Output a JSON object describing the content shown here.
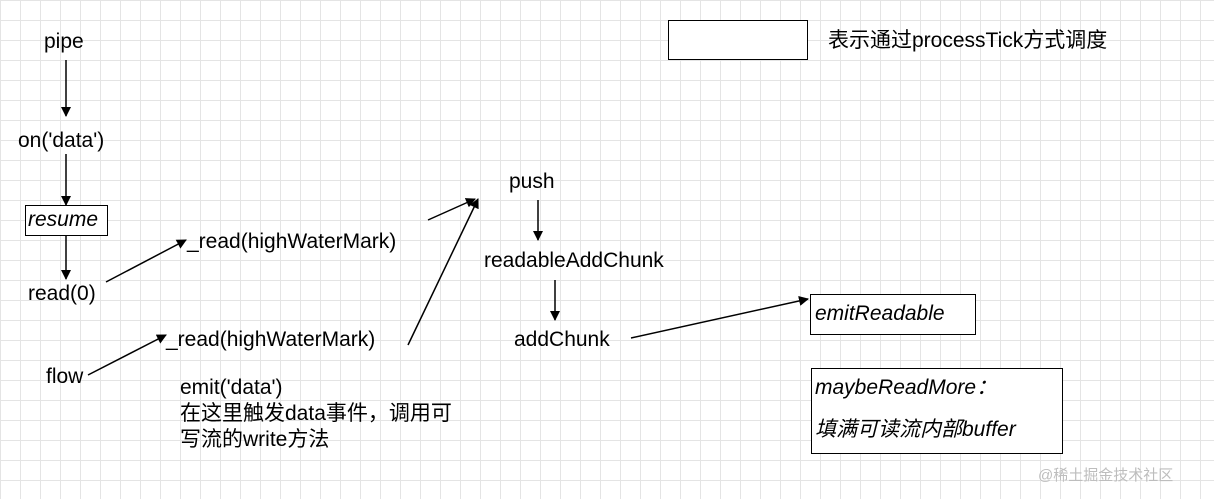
{
  "legend": {
    "text": "表示通过processTick方式调度"
  },
  "nodes": {
    "pipe": "pipe",
    "on_data": "on('data')",
    "resume": "resume",
    "read0": "read(0)",
    "flow": "flow",
    "read_hwm_1": "_read(highWaterMark)",
    "read_hwm_2": "_read(highWaterMark)",
    "push": "push",
    "readable_add_chunk": "readableAddChunk",
    "add_chunk": "addChunk",
    "emit_readable": "emitReadable",
    "maybe_read_more_line1": "maybeReadMore：",
    "maybe_read_more_line2": "填满可读流内部buffer"
  },
  "note": {
    "line1": "emit('data')",
    "line2": "在这里触发data事件，调用可",
    "line3": "写流的write方法"
  },
  "watermark": "@稀土掘金技术社区"
}
